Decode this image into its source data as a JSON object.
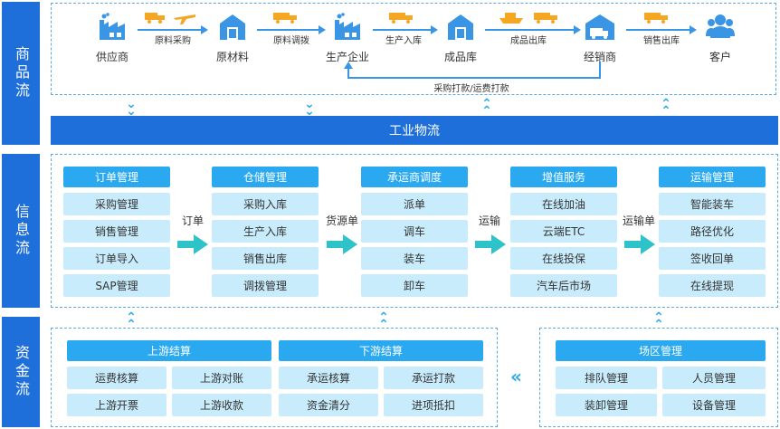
{
  "sections": {
    "goods": "商品流",
    "info": "信息流",
    "funds": "资金流"
  },
  "goods_flow": {
    "nodes": [
      "供应商",
      "原材料",
      "生产企业",
      "成品库",
      "经销商",
      "客户"
    ],
    "links": [
      "原料采购",
      "原料调拨",
      "生产入库",
      "成品出库",
      "销售出库"
    ],
    "return_label": "采购打款/运费打款"
  },
  "logistics_bar": "工业物流",
  "info_flow": {
    "groups": [
      {
        "title": "订单管理",
        "items": [
          "采购管理",
          "销售管理",
          "订单导入",
          "SAP管理"
        ]
      },
      {
        "title": "仓储管理",
        "items": [
          "采购入库",
          "生产入库",
          "销售出库",
          "调拨管理"
        ]
      },
      {
        "title": "承运商调度",
        "items": [
          "派单",
          "调车",
          "装车",
          "卸车"
        ]
      },
      {
        "title": "增值服务",
        "items": [
          "在线加油",
          "云端ETC",
          "在线投保",
          "汽车后市场"
        ]
      },
      {
        "title": "运输管理",
        "items": [
          "智能装车",
          "路径优化",
          "签收回单",
          "在线提现"
        ]
      }
    ],
    "connectors": [
      "订单",
      "货源单",
      "运输",
      "运输单"
    ]
  },
  "funds_flow": {
    "upstream": {
      "title": "上游结算",
      "items": [
        "运费核算",
        "上游对账",
        "上游开票",
        "上游收款"
      ]
    },
    "downstream": {
      "title": "下游结算",
      "items": [
        "承运核算",
        "承运打款",
        "资金清分",
        "进项抵扣"
      ]
    },
    "yard": {
      "title": "场区管理",
      "items": [
        "排队管理",
        "人员管理",
        "装卸管理",
        "设备管理"
      ]
    }
  },
  "colors": {
    "primary": "#1e6fd9",
    "header": "#2aa9f0",
    "cell": "#c9ecfc",
    "line": "#3a95e4",
    "truck": "#f5a623"
  }
}
